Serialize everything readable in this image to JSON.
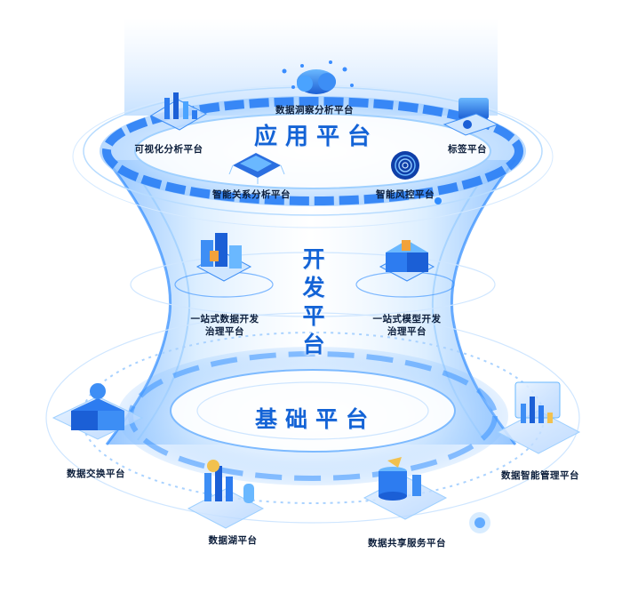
{
  "layers": {
    "application": "应用平台",
    "development": "开发平台",
    "foundation": "基础平台"
  },
  "modules": {
    "insight": "数据洞察分析平台",
    "visual": "可视化分析平台",
    "tag": "标签平台",
    "relation": "智能关系分析平台",
    "risk": "智能风控平台",
    "devgov_1": "一站式数据开发",
    "devgov_2": "治理平台",
    "model_1": "一站式模型开发",
    "model_2": "治理平台",
    "exchange": "数据交换平台",
    "lake": "数据湖平台",
    "share": "数据共享服务平台",
    "manage": "数据智能管理平台"
  },
  "colors": {
    "primary": "#1363d6",
    "accent": "#2f8cff",
    "glow": "#8fc8ff",
    "label": "#0b1d3a"
  }
}
